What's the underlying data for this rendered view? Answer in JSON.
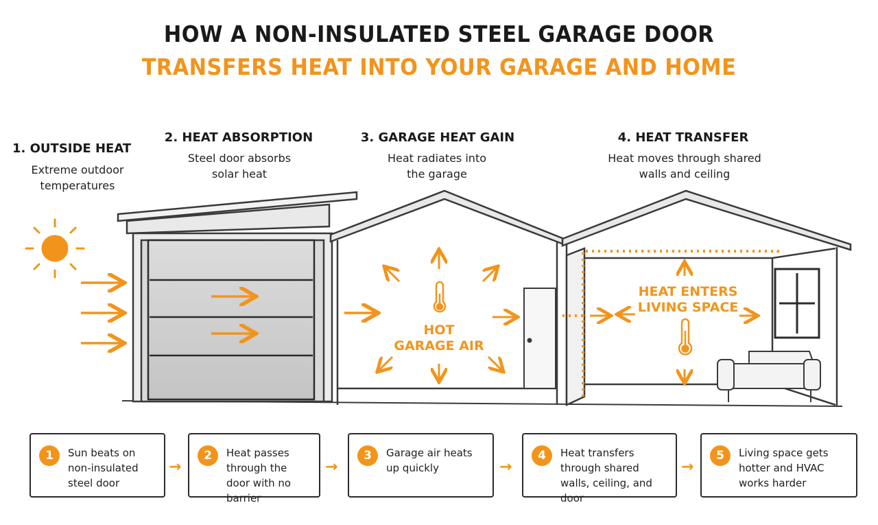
{
  "title": {
    "line1": "HOW A NON-INSULATED STEEL GARAGE DOOR",
    "line2": "TRANSFERS HEAT INTO YOUR GARAGE AND HOME"
  },
  "steps": [
    {
      "heading": "1. OUTSIDE HEAT",
      "desc": "Extreme outdoor temperatures"
    },
    {
      "heading": "2. HEAT ABSORPTION",
      "desc": "Steel door absorbs solar heat"
    },
    {
      "heading": "3. GARAGE HEAT GAIN",
      "desc": "Heat radiates into the garage"
    },
    {
      "heading": "4. HEAT TRANSFER",
      "desc": "Heat moves through shared walls and ceiling"
    }
  ],
  "labels": {
    "hot_air": "HOT\nGARAGE AIR",
    "living": "HEAT ENTERS\nLIVING SPACE"
  },
  "cards": [
    {
      "num": "1",
      "text": "Sun beats on non-insulated steel door"
    },
    {
      "num": "2",
      "text": "Heat passes through the door with no barrier"
    },
    {
      "num": "3",
      "text": "Garage air heats up quickly"
    },
    {
      "num": "4",
      "text": "Heat transfers through shared walls, ceiling, and door"
    },
    {
      "num": "5",
      "text": "Living space gets hotter and HVAC works harder"
    }
  ],
  "colors": {
    "accent": "#f2941c",
    "line": "#3a3a3a"
  },
  "icons": [
    "sun-icon",
    "thermometer-icon",
    "arrow-right-icon",
    "window-icon",
    "sofa-icon",
    "door-icon"
  ]
}
